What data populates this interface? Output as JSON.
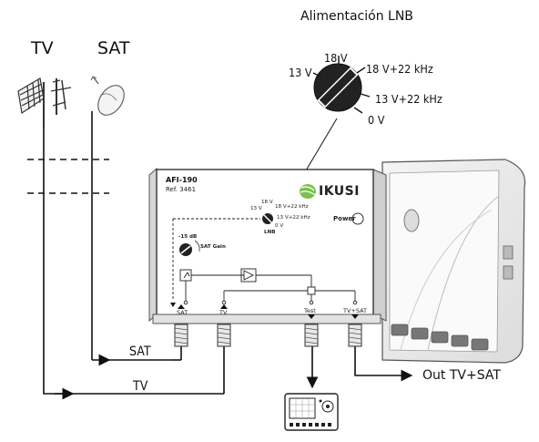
{
  "labels": {
    "tv_top": "TV",
    "sat_top": "SAT",
    "lnb_title": "Alimentación LNB",
    "sat_cable": "SAT",
    "tv_cable": "TV",
    "out": "Out TV+SAT"
  },
  "lnb_dial": {
    "options": [
      "13 V",
      "18 V",
      "18 V+22 kHz",
      "13 V+22 kHz",
      "0 V"
    ]
  },
  "device": {
    "model": "AFI-190",
    "ref": "Ref. 3461",
    "brand": "IKUSI",
    "power_label": "Power",
    "lnb_label": "LNB",
    "gain_value": "-15 dB",
    "gain_label": "SAT Gain",
    "ports": [
      "SAT",
      "TV",
      "Test",
      "TV+SAT"
    ],
    "mini_dial": [
      "13 V",
      "18 V",
      "18 V+22 kHz",
      "13 V+22 kHz",
      "0 V"
    ]
  }
}
